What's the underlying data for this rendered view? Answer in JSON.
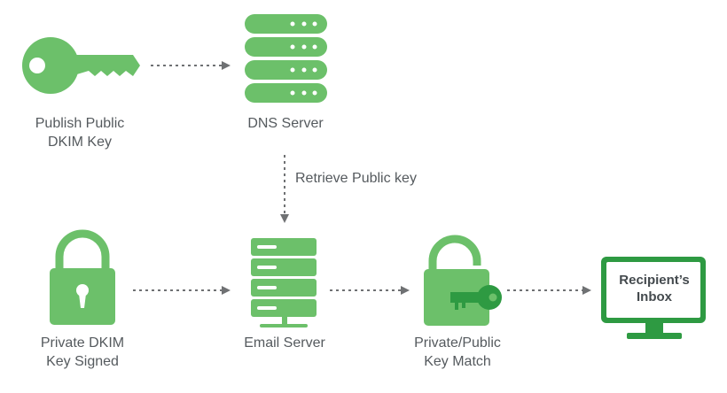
{
  "colors": {
    "primary": "#6cc06a",
    "dark_green": "#2e9a42",
    "arrow": "#6f7173",
    "text": "#555a5e"
  },
  "nodes": {
    "publish_key": {
      "icon": "key-icon",
      "line1": "Publish Public",
      "line2": "DKIM Key"
    },
    "dns_server": {
      "icon": "database-server-icon",
      "line1": "DNS Server"
    },
    "private_key": {
      "icon": "padlock-icon",
      "line1": "Private DKIM",
      "line2": "Key Signed"
    },
    "email_server": {
      "icon": "server-rack-icon",
      "line1": "Email Server"
    },
    "key_match": {
      "icon": "unlocked-padlock-with-key-icon",
      "line1": "Private/Public",
      "line2": "Key Match"
    },
    "inbox": {
      "icon": "monitor-icon",
      "screen_line1": "Recipient’s",
      "screen_line2": "Inbox"
    }
  },
  "edges": {
    "retrieve_label": "Retrieve Public key"
  }
}
